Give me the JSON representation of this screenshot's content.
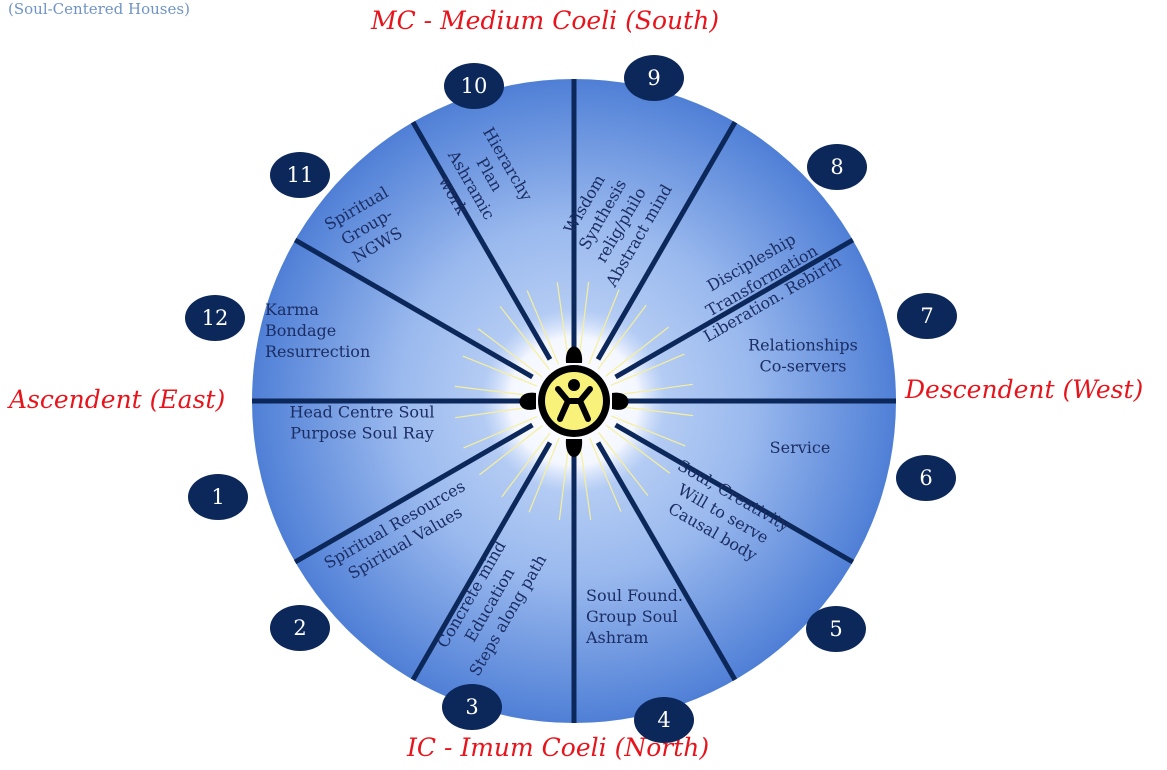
{
  "title": "(Soul-Centered Houses)",
  "directions": {
    "top": "MC - Medium  Coeli (South)",
    "left": "Ascendent (East)",
    "right": "Descendent (West)",
    "bottom": "IC - Imum Coeli (North)"
  },
  "house_numbers": [
    "1",
    "2",
    "3",
    "4",
    "5",
    "6",
    "7",
    "8",
    "9",
    "10",
    "11",
    "12"
  ],
  "houses": [
    {
      "number": "1",
      "lines": [
        "Head Centre Soul",
        "Purpose Soul Ray"
      ]
    },
    {
      "number": "2",
      "lines": [
        "Spiritual Resources",
        "Spiritual Values"
      ]
    },
    {
      "number": "3",
      "lines": [
        "Concrete mind",
        "Education",
        "Steps along path"
      ]
    },
    {
      "number": "4",
      "lines": [
        "Soul Found.",
        "Group Soul",
        "Ashram"
      ]
    },
    {
      "number": "5",
      "lines": [
        "Soul, Creativity",
        "Will to serve",
        "Causal body"
      ]
    },
    {
      "number": "6",
      "lines": [
        "Service"
      ]
    },
    {
      "number": "7",
      "lines": [
        "Relationships",
        "Co-servers"
      ]
    },
    {
      "number": "8",
      "lines": [
        "Discipleship",
        "Transformation",
        "Liberation. Rebirth"
      ]
    },
    {
      "number": "9",
      "lines": [
        "Wisdom",
        "Synthesis",
        "relig/philo",
        "Abstract mind"
      ]
    },
    {
      "number": "10",
      "lines": [
        "Hierarchy",
        "Plan",
        "Ashramic",
        "work"
      ]
    },
    {
      "number": "11",
      "lines": [
        "Spiritual",
        "Group-",
        "NGWS"
      ]
    },
    {
      "number": "12",
      "lines": [
        "Karma",
        "Bondage",
        "Resurrection"
      ]
    }
  ],
  "colors": {
    "wheel_outer": "#4f7fd6",
    "wheel_inner": "#b9d0f4",
    "spokes": "#0c2759",
    "badge": "#0c2759",
    "direction_text": "#e8141c",
    "title_text": "#6f93c6",
    "center_symbol": "#f8f27a"
  },
  "center_icon": "soul-figure-icon"
}
